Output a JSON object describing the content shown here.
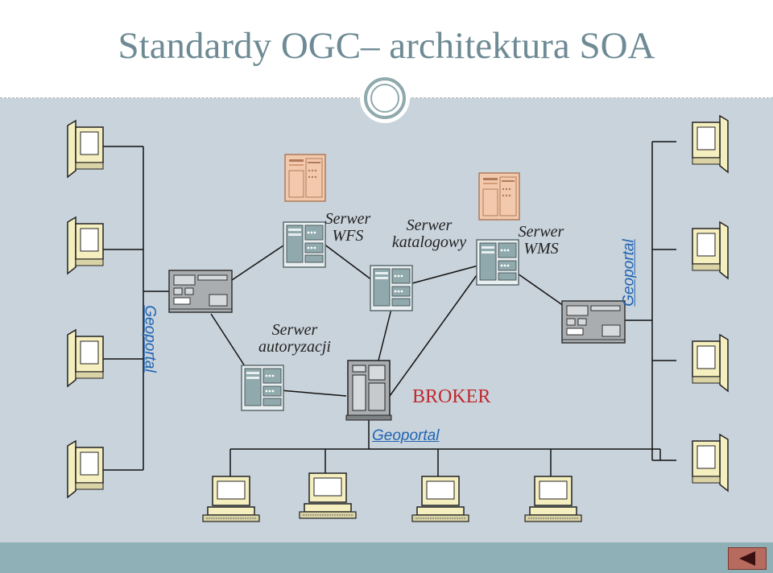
{
  "title": "Standardy OGC– architektura SOA",
  "labels": {
    "wfs": [
      "Serwer",
      "WFS"
    ],
    "catalog": [
      "Serwer",
      "katalogowy"
    ],
    "wms": [
      "Serwer",
      "WMS"
    ],
    "auth": [
      "Serwer",
      "autoryzacji"
    ],
    "broker": "BROKER",
    "geoportal_left": "Geoportal",
    "geoportal_right": "Geoportal",
    "geoportal_bottom": "Geoportal"
  },
  "colors": {
    "title": "#6e8b95",
    "background": "#c9d3db",
    "footer": "#8fb0b6",
    "server_body": "#8fa9ad",
    "metadata_doc": "#f2c9ac",
    "geoportal_link": "#1f64b4",
    "broker_text": "#c0282d",
    "back_button": "#b76a5e"
  },
  "icons": {
    "center_ornament": "ring-icon",
    "back_button": "triangle-left-icon"
  }
}
